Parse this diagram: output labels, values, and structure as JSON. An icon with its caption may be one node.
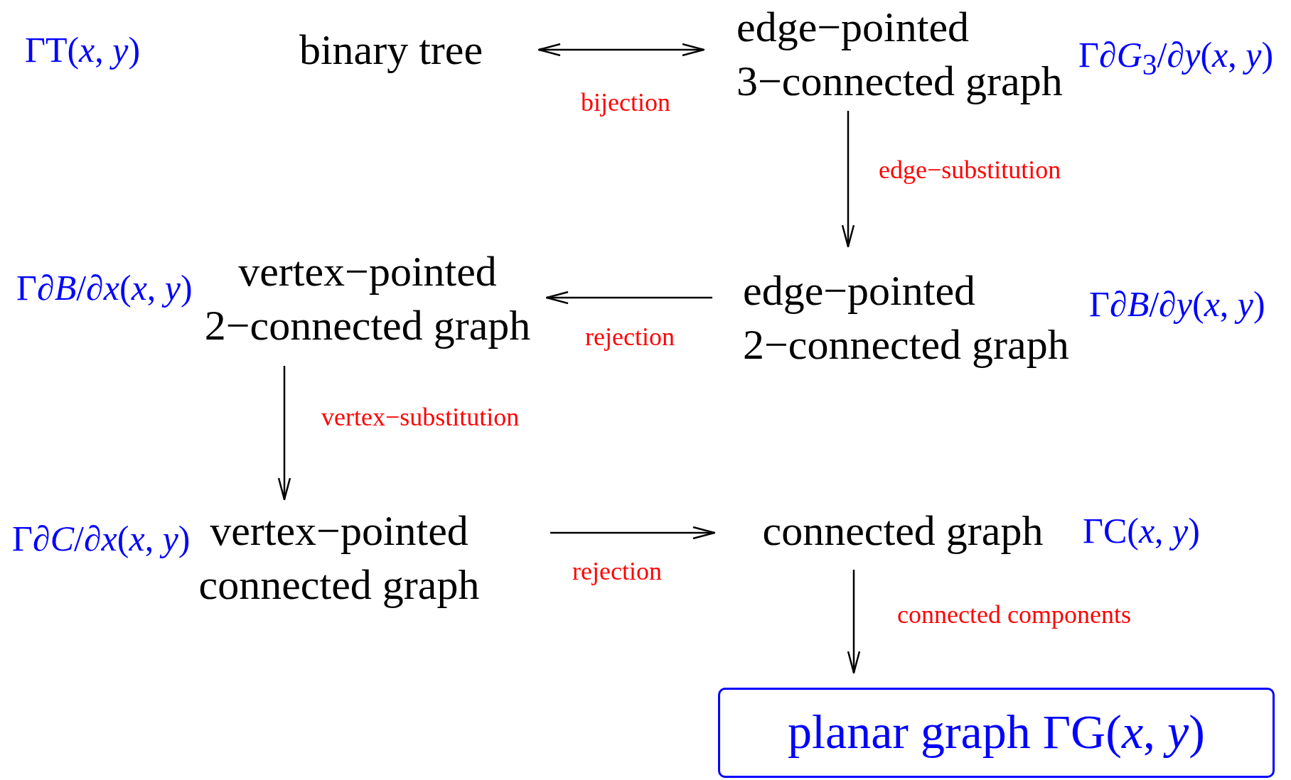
{
  "diagram": {
    "nodes": [
      {
        "text": [
          "binary tree"
        ]
      },
      {
        "text": [
          "edge−pointed 3−connected graph"
        ],
        "beside": [
          "Γ∂*G*$_{3}$/∂*y*(*x*, *y*)"
        ]
      },
      {
        "text": [
          "edge−pointed 2−connected graph"
        ],
        "beside": [
          "Γ∂*B*/∂*y*(*x*, *y*)"
        ]
      },
      {
        "text": [
          "vertex−pointed 2−connected graph"
        ],
        "beside": [
          "Γ∂*B*/∂*x*(*x*, *y*)"
        ]
      },
      {
        "text": [
          "vertex−pointed connected graph"
        ],
        "beside": [
          "Γ∂*C*/∂*x*(*x*, *y*)"
        ]
      },
      {
        "text": [
          "connected graph"
        ],
        "beside": [
          "ΓC(*x*, *y*)"
        ]
      },
      {
        "text": [
          "planar graph ΓG(*x*, *y*)"
        ]
      }
    ],
    "edges": [
      {
        "from": 0,
        "to": 1,
        "arrow": "both",
        "label": "bijection"
      },
      {
        "from": 1,
        "to": 2,
        "arrow": "to",
        "label": "edge−substitution"
      },
      {
        "from": 2,
        "to": 3,
        "arrow": "to",
        "label": "rejection"
      },
      {
        "from": 3,
        "to": 4,
        "arrow": "to",
        "label": "vertex−substitution"
      },
      {
        "from": 4,
        "to": 5,
        "arrow": "to",
        "label": "rejection"
      },
      {
        "from": 5,
        "to": 6,
        "arrow": "to",
        "label": "connected components"
      }
    ],
    "labels": [
      "ΓT(*x*, *y*)"
    ]
  }
}
